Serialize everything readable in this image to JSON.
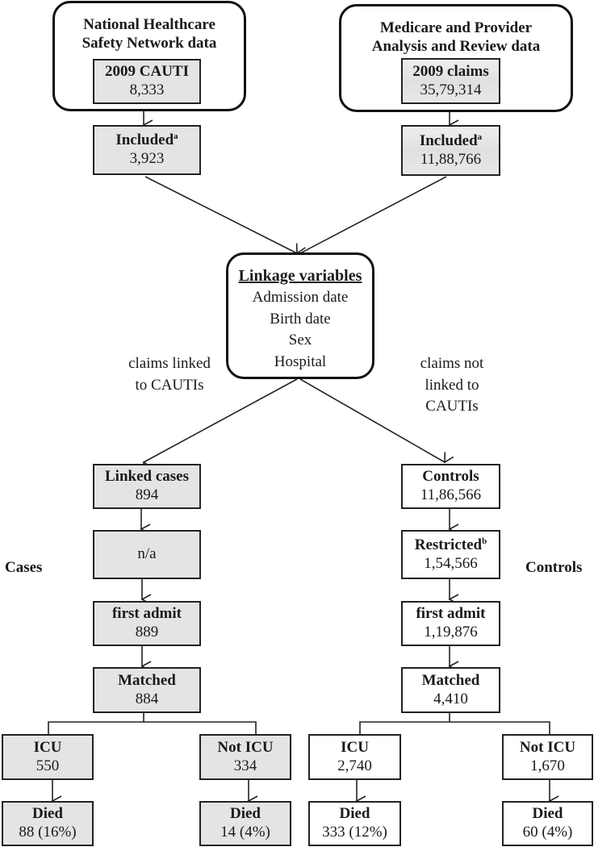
{
  "sources": {
    "nhsn": {
      "title_line1": "National Healthcare",
      "title_line2": "Safety Network data",
      "dataset": {
        "title": "2009 CAUTI",
        "value": "8,333"
      },
      "included": {
        "title": "Included",
        "sup": "a",
        "value": "3,923"
      }
    },
    "medpar": {
      "title_line1": "Medicare and Provider",
      "title_line2": "Analysis and Review data",
      "dataset": {
        "title": "2009 claims",
        "value": "35,79,314"
      },
      "included": {
        "title": "Included",
        "sup": "a",
        "value": "11,88,766"
      }
    }
  },
  "linkage": {
    "title": "Linkage variables",
    "items": [
      "Admission date",
      "Birth date",
      "Sex",
      "Hospital"
    ]
  },
  "edge_labels": {
    "left_line1": "claims linked",
    "left_line2": "to CAUTIs",
    "right_line1": "claims not",
    "right_line2": "linked to",
    "right_line3": "CAUTIs"
  },
  "side_labels": {
    "cases": "Cases",
    "controls": "Controls"
  },
  "cases": {
    "linked": {
      "title": "Linked cases",
      "value": "894"
    },
    "restricted": {
      "value": "n/a"
    },
    "first_admit": {
      "title": "first admit",
      "value": "889"
    },
    "matched": {
      "title": "Matched",
      "value": "884"
    },
    "icu": {
      "title": "ICU",
      "value": "550"
    },
    "not_icu": {
      "title": "Not ICU",
      "value": "334"
    },
    "icu_died": {
      "title": "Died",
      "value": "88 (16%)"
    },
    "not_icu_died": {
      "title": "Died",
      "value": "14 (4%)"
    }
  },
  "controls": {
    "controls": {
      "title": "Controls",
      "value": "11,86,566"
    },
    "restricted": {
      "title": "Restricted",
      "sup": "b",
      "value": "1,54,566"
    },
    "first_admit": {
      "title": "first admit",
      "value": "1,19,876"
    },
    "matched": {
      "title": "Matched",
      "value": "4,410"
    },
    "icu": {
      "title": "ICU",
      "value": "2,740"
    },
    "not_icu": {
      "title": "Not ICU",
      "value": "1,670"
    },
    "icu_died": {
      "title": "Died",
      "value": "333 (12%)"
    },
    "not_icu_died": {
      "title": "Died",
      "value": "60 (4%)"
    }
  }
}
